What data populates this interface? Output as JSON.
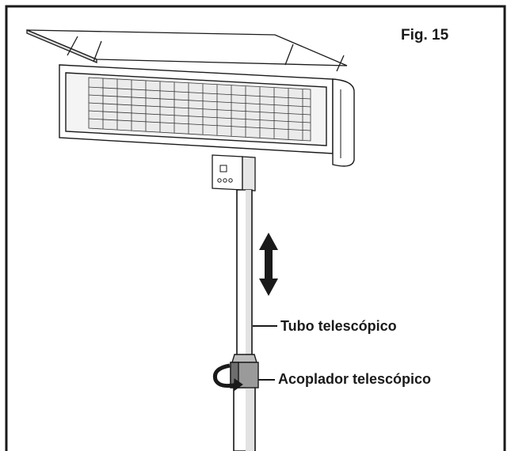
{
  "figure": {
    "title": "Fig. 15",
    "callouts": {
      "tube": "Tubo telescópico",
      "coupler": "Acoplador telescópico"
    },
    "icons": [
      "heater-icon",
      "control-box-icon",
      "up-down-arrow-icon",
      "rotate-arrow-icon"
    ],
    "colors": {
      "line": "#1a1a1a",
      "fill": "#ffffff",
      "tube_shade": "#e2e2e2",
      "coupler": "#9a9a9a"
    }
  }
}
